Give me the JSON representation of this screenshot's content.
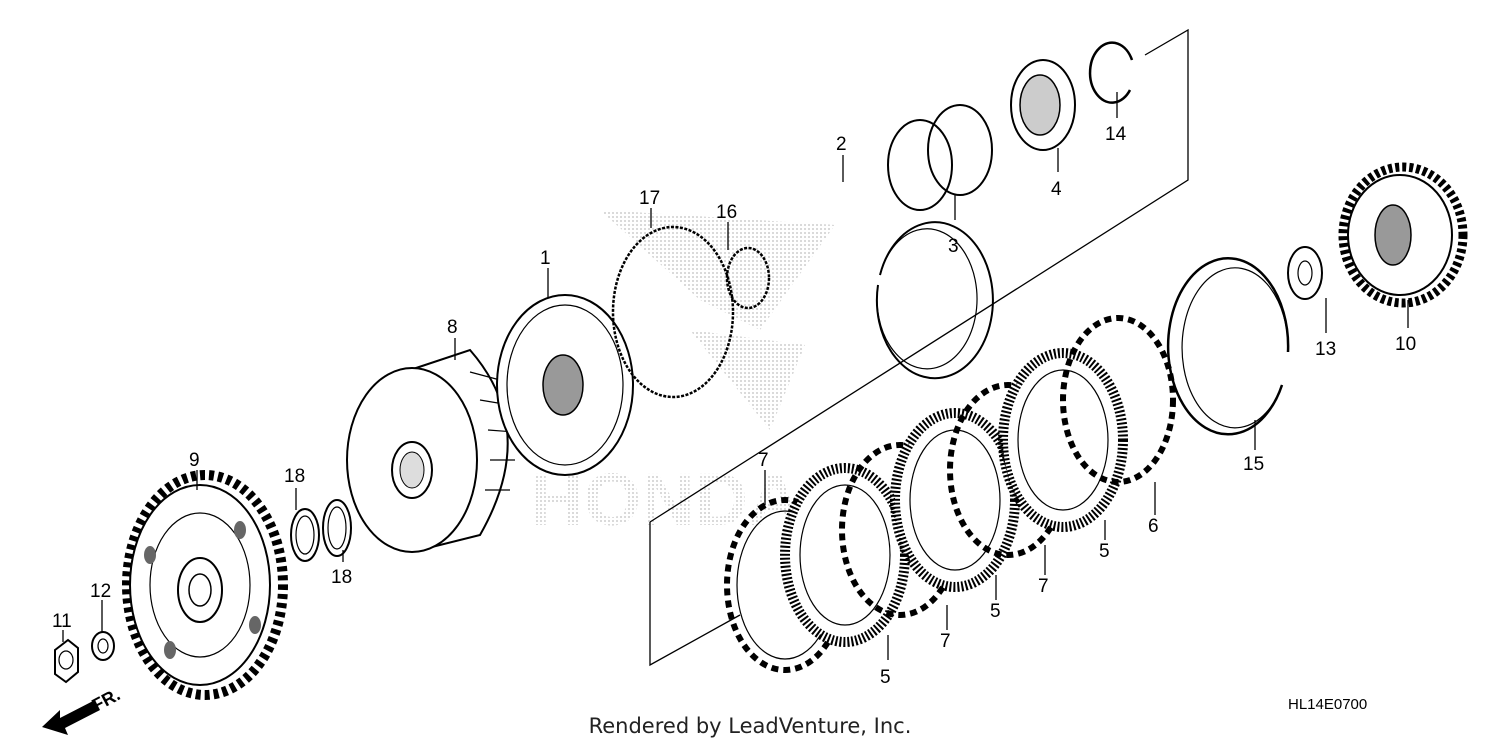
{
  "diagram": {
    "labels": {
      "p1": "1",
      "p2": "2",
      "p3": "3",
      "p4": "4",
      "p5a": "5",
      "p5b": "5",
      "p5c": "5",
      "p6": "6",
      "p7a": "7",
      "p7b": "7",
      "p7c": "7",
      "p8": "8",
      "p9": "9",
      "p10": "10",
      "p11": "11",
      "p12": "12",
      "p13": "13",
      "p14": "14",
      "p15": "15",
      "p16": "16",
      "p17": "17",
      "p18a": "18",
      "p18b": "18"
    },
    "front_marker": "FR.",
    "diagram_code": "HL14E0700",
    "watermark": "HONDA"
  },
  "footer": {
    "credit": "Rendered by LeadVenture, Inc."
  }
}
